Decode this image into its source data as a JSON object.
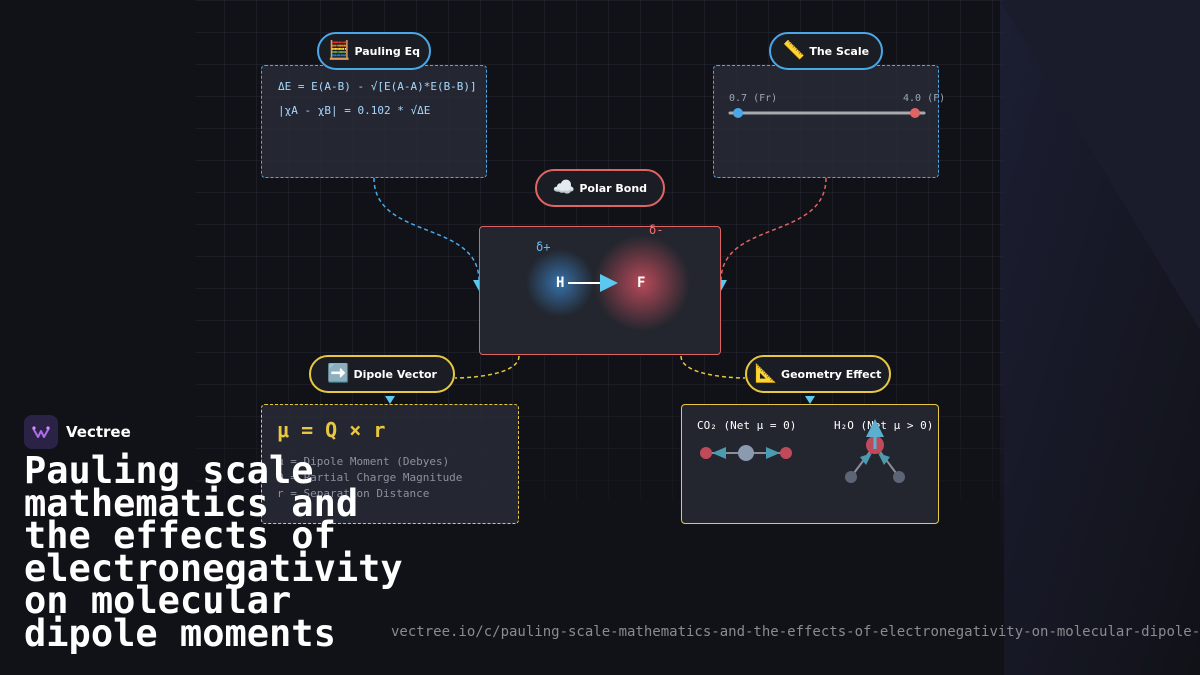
{
  "brand": {
    "name": "Vectree"
  },
  "title": "Pauling scale mathematics and the effects of electronegativity on molecular dipole moments",
  "url": "vectree.io/c/pauling-scale-mathematics-and-the-effects-of-electronegativity-on-molecular-dipole-m",
  "nodes": {
    "pauling_eq": {
      "label": "Pauling Eq",
      "icon": "abacus-icon",
      "icon_glyph": "🧮",
      "lines": [
        "ΔE = E(A-B) - √[E(A-A)*E(B-B)]",
        "|χA - χB| = 0.102 * √ΔE"
      ]
    },
    "the_scale": {
      "label": "The Scale",
      "icon": "ruler-icon",
      "icon_glyph": "📏",
      "min_label": "0.7 (Fr)",
      "max_label": "4.0 (F)"
    },
    "polar_bond": {
      "label": "Polar Bond",
      "icon": "cloud-icon",
      "icon_glyph": "☁️",
      "delta_plus": "δ+",
      "delta_minus": "δ-",
      "atom_left": "H",
      "atom_right": "F"
    },
    "dipole_vector": {
      "label": "Dipole Vector",
      "icon": "right-arrow-icon",
      "icon_glyph": "➡️",
      "equation": "μ = Q × r",
      "defs": [
        "μ = Dipole Moment (Debyes)",
        "Q = Partial Charge Magnitude",
        "r = Separation Distance"
      ]
    },
    "geometry_effect": {
      "label": "Geometry Effect",
      "icon": "triangle-ruler-icon",
      "icon_glyph": "📐",
      "co2": "CO₂ (Net μ = 0)",
      "h2o": "H₂O (Net μ > 0)"
    }
  },
  "colors": {
    "blue": "#4aa8e8",
    "red": "#e06464",
    "yellow": "#e8c840",
    "background": "#111218"
  }
}
